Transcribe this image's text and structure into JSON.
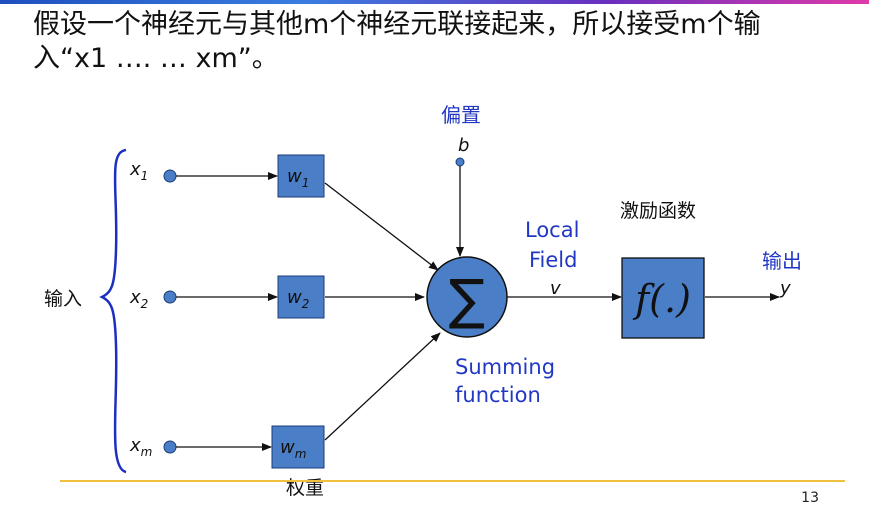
{
  "heading": {
    "line1": "假设一个神经元与其他m个神经元联接起来，所以接受m个输",
    "line2": "入“x1 …. … xm”。"
  },
  "diagram": {
    "input_group_label": "输入",
    "bias_label": "偏置",
    "bias_symbol": "b",
    "inputs": [
      {
        "symbol": "x",
        "sub": "1"
      },
      {
        "symbol": "x",
        "sub": "2"
      },
      {
        "symbol": "x",
        "sub": "m"
      }
    ],
    "weights": [
      {
        "symbol": "w",
        "sub": "1"
      },
      {
        "symbol": "w",
        "sub": "2"
      },
      {
        "symbol": "w",
        "sub": "m"
      }
    ],
    "weights_label": "权重",
    "sum_symbol": "∑",
    "summing_label_line1": "Summing",
    "summing_label_line2": "function",
    "local_field_line1": "Local",
    "local_field_line2": "Field",
    "local_field_symbol": "v",
    "activation_label": "激励函数",
    "activation_symbol": "f(.)",
    "output_label": "输出",
    "output_symbol": "y"
  },
  "colors": {
    "box_fill": "#4a7ec6",
    "circle_fill": "#4a7ec6",
    "label_blue": "#2238c4",
    "brace_blue": "#1d2fc0",
    "gold_line": "#f0c040"
  },
  "slide_number": "13"
}
